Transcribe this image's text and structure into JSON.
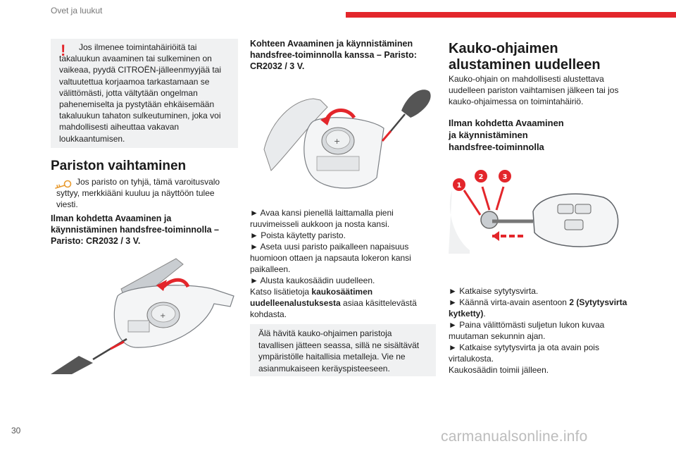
{
  "header": {
    "section_title": "Ovet ja luukut",
    "accent_color": "#e3262b"
  },
  "warning": {
    "icon": "exclamation-icon",
    "text": "Jos ilmenee toimintahäiriöitä tai takaluukun avaaminen tai sulkeminen on vaikeaa, pyydä CITROËN-jälleenmyyjää tai valtuutettua korjaamoa tarkastamaan se välittömästi, jotta vältytään ongelman pahenemiselta ja pystytään ehkäisemään takaluukun tahaton sulkeutuminen, joka voi mahdollisesti aiheuttaa vakavan loukkaantumisen."
  },
  "battery": {
    "title": "Pariston vaihtaminen",
    "note_icon": "key-icon",
    "note_text": "Jos paristo on tyhjä, tämä varoitusvalo syttyy, merkkiääni kuuluu ja näyttöön tulee viesti.",
    "no_keyless_heading": "Ilman kohdetta Avaaminen ja käynnistäminen handsfree-toiminnolla – Paristo: CR2032 / 3 V.",
    "keyless_heading": "Kohteen Avaaminen ja käynnistäminen handsfree-toiminnolla kanssa – Paristo: CR2032 / 3 V.",
    "steps": [
      "► Avaa kansi pienellä laittamalla pieni ruuvimeisseli aukkoon ja nosta kansi.",
      "► Poista käytetty paristo.",
      "► Aseta uusi paristo paikalleen napaisuus huomioon ottaen ja napsauta lokeron kansi paikalleen.",
      "► Alusta kaukosäädin uudelleen."
    ],
    "see_more_prefix": "Katso lisätietoja ",
    "see_more_bold": "kaukosäätimen uudelleenalustuksesta",
    "see_more_suffix": " asiaa käsittelevästä kohdasta.",
    "eco_note": "Älä hävitä kauko-ohjaimen paristoja tavallisen jätteen seassa, sillä ne sisältävät ympäristölle haitallisia metalleja. Vie ne asianmukaiseen keräyspisteeseen."
  },
  "reinit": {
    "title_line1": "Kauko-ohjaimen",
    "title_line2": "alustaminen uudelleen",
    "intro": "Kauko-ohjain on mahdollisesti alustettava uudelleen pariston vaihtamisen jälkeen tai jos kauko-ohjaimessa on toimintahäiriö.",
    "heading_line1": "Ilman kohdetta Avaaminen",
    "heading_line2": "ja käynnistäminen",
    "heading_line3": "handsfree-toiminnolla",
    "figure_labels": [
      "1",
      "2",
      "3"
    ],
    "step1": "► Katkaise sytytysvirta.",
    "step2_prefix": "► Käännä virta-avain asentoon ",
    "step2_bold": "2 (Sytytysvirta kytketty)",
    "step2_suffix": ".",
    "step3": "► Paina välittömästi suljetun lukon kuvaa muutaman sekunnin ajan.",
    "step4": "► Katkaise sytytysvirta ja ota avain pois virtalukosta.",
    "step5": "Kaukosäädin toimii jälleen."
  },
  "footer": {
    "page_number": "30",
    "watermark": "carmanualsonline.info"
  }
}
